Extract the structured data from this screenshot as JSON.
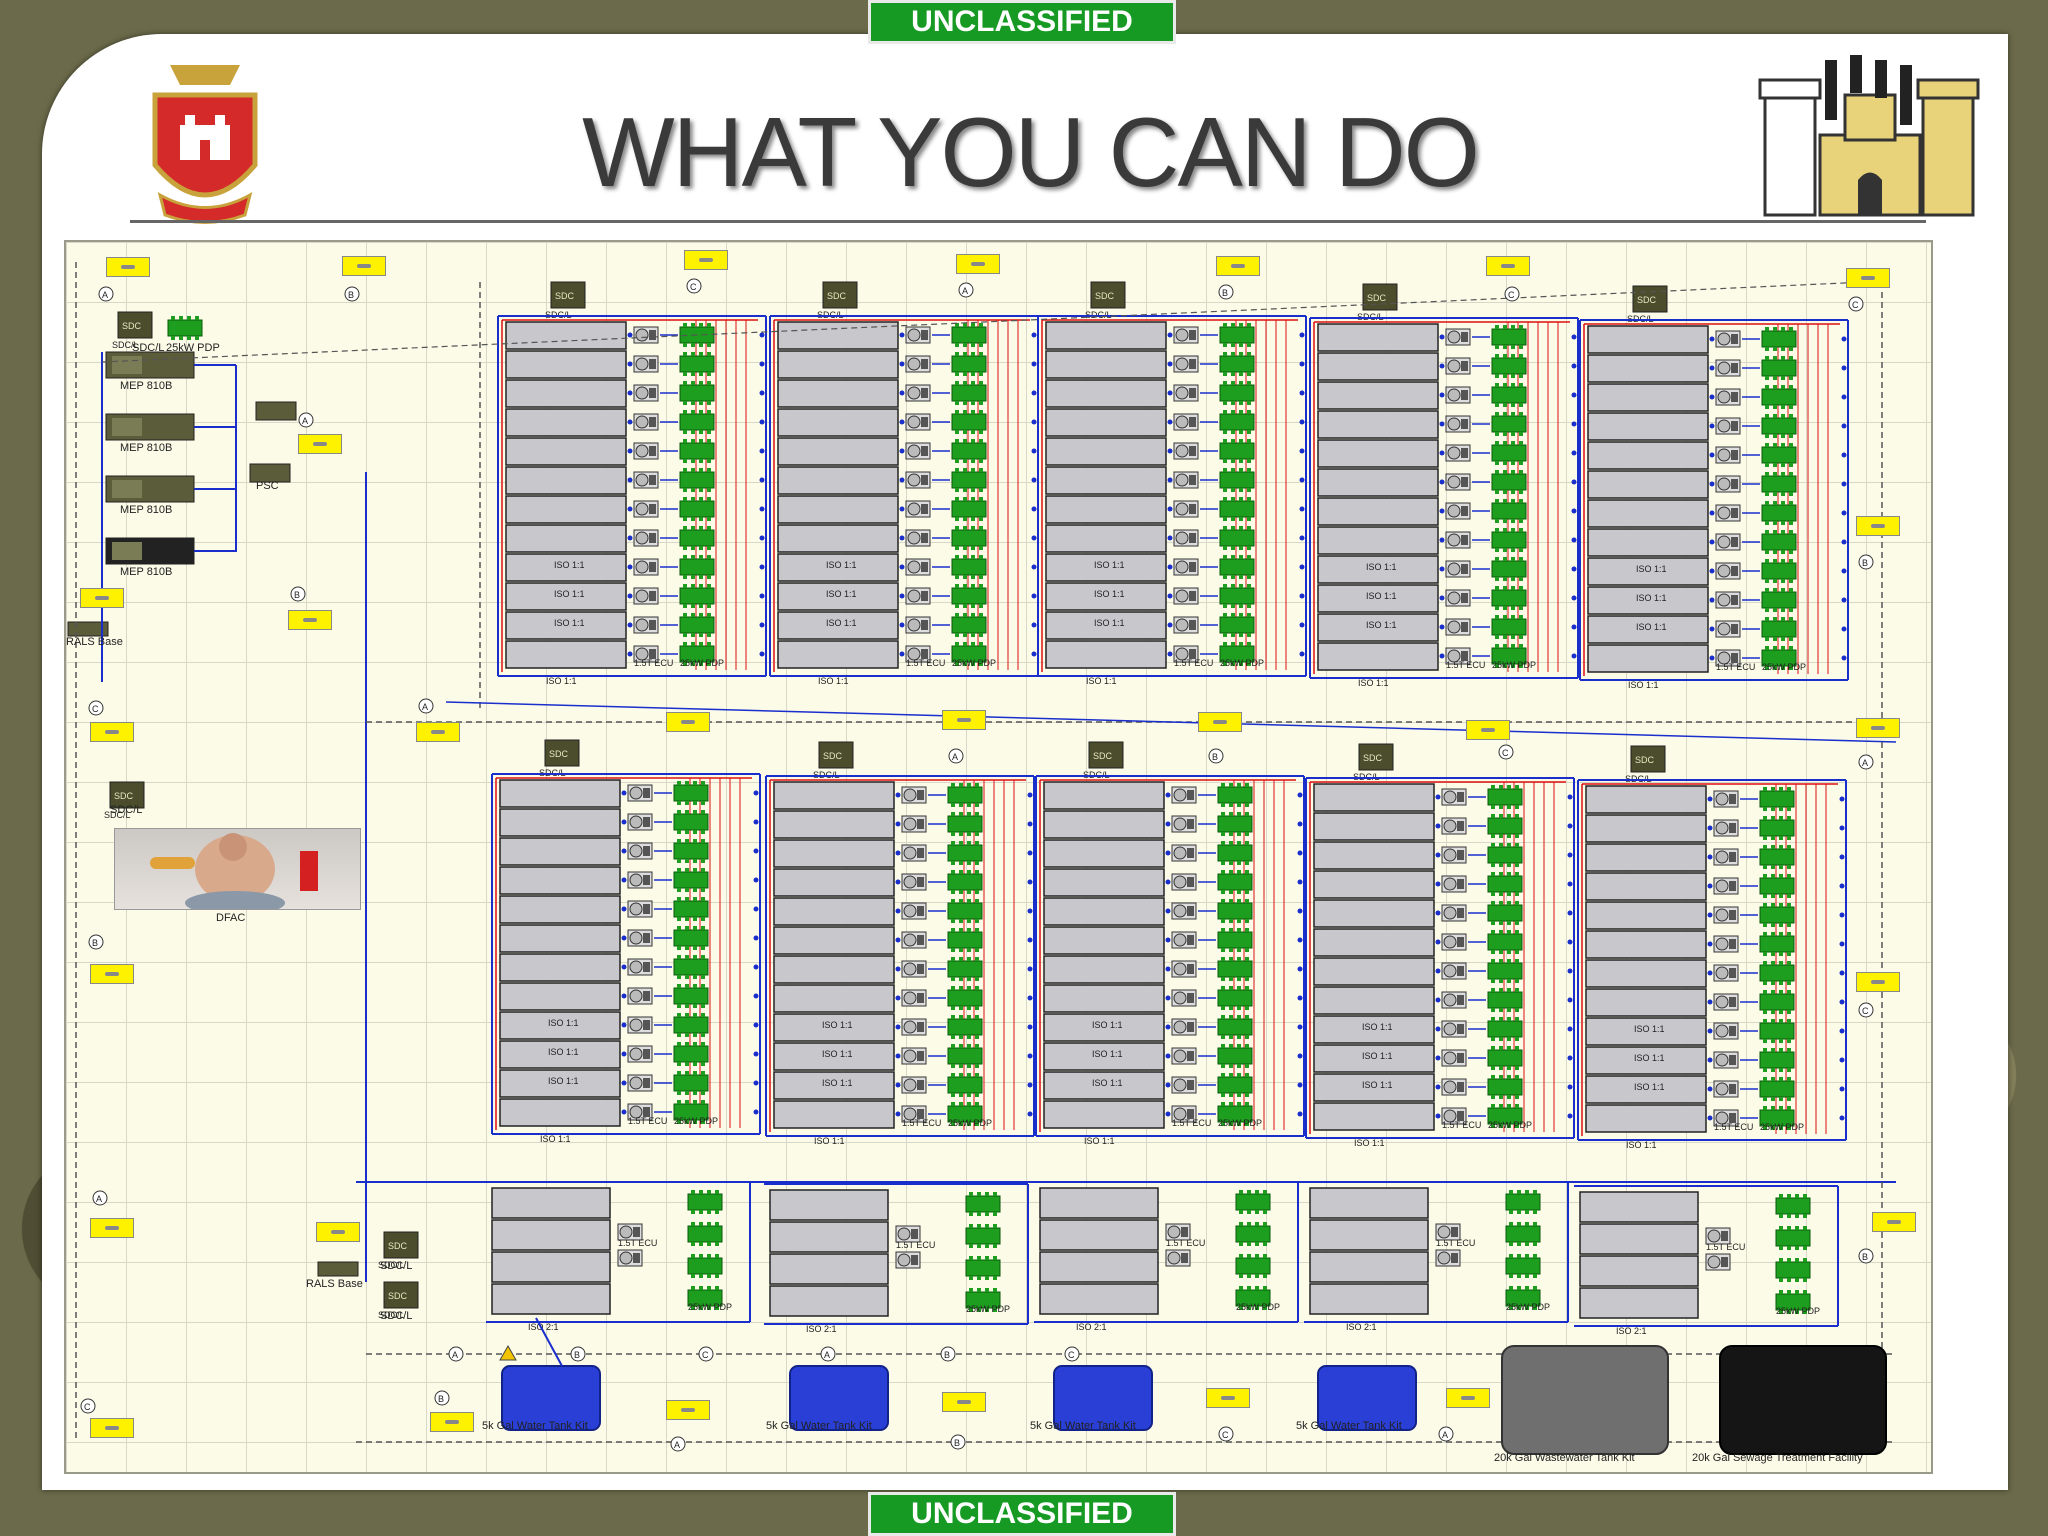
{
  "banner_top": "UNCLASSIFIED",
  "banner_bottom": "UNCLASSIFIED",
  "title": "WHAT YOU CAN DO",
  "colors": {
    "banner": "#169a23",
    "pdp": "#1e9e1e",
    "tank": "#2a3fd6",
    "wire_red": "#d11",
    "wire_blue": "#1a2ecc",
    "tag": "#fff200"
  },
  "icons": {
    "crest": "engineer-crest-icon",
    "castle": "engineer-castle-icon"
  },
  "left_panel": {
    "sdc_top": "SDC/L",
    "pdp_top": "25kW PDP",
    "generators": [
      "MEP 810B",
      "MEP 810B",
      "MEP 810B",
      "MEP 810B"
    ],
    "psc": "PSC",
    "rals_base": "RALS Base",
    "sdc_mid": "SDC/L",
    "dfac": "DFAC",
    "sdc_bottom_1": "SDC/L",
    "sdc_bottom_2": "SDC/L",
    "rals_base_2": "RALS Base"
  },
  "unit_labels": {
    "sdc": "SDC/L",
    "sdc_icon": "SDC",
    "iso": "ISO 1:1",
    "ecu": "1.5T ECU",
    "pdp": "25kW PDP",
    "iso21": "ISO 2:1",
    "rals": "RALS Base"
  },
  "connectors": [
    "A",
    "B",
    "C"
  ],
  "tanks": [
    "5k Gal Water Tank Kit",
    "5k Gal Water Tank Kit",
    "5k Gal Water Tank Kit",
    "5k Gal Water Tank Kit",
    "20k Gal Wastewater Tank Kit",
    "20k Gal Sewage Treatment Facility"
  ]
}
